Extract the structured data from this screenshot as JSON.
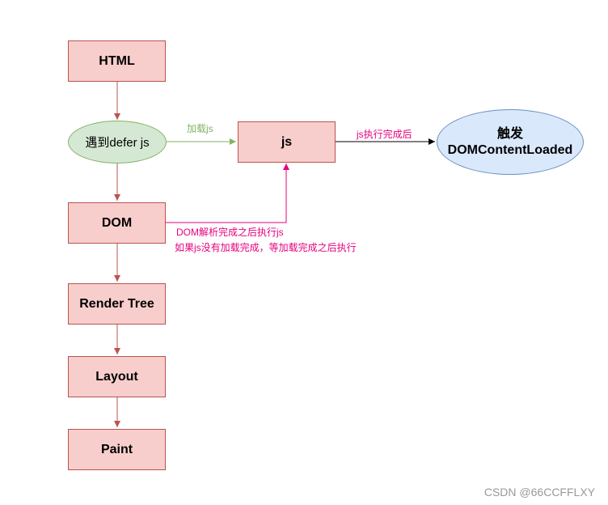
{
  "nodes": {
    "html": "HTML",
    "defer": "遇到defer js",
    "js": "js",
    "dom": "DOM",
    "render_tree": "Render Tree",
    "layout": "Layout",
    "paint": "Paint",
    "dcl_line1": "触发",
    "dcl_line2": "DOMContentLoaded"
  },
  "edge_labels": {
    "load_js": "加载js",
    "js_done": "js执行完成后",
    "dom_parsed": "DOM解析完成之后执行js",
    "wait_load": "如果js没有加载完成，等加载完成之后执行"
  },
  "watermark": "CSDN @66CCFFLXY",
  "colors": {
    "box_fill": "#f8cecc",
    "box_stroke": "#b85450",
    "green_fill": "#d5e8d4",
    "green_stroke": "#82b366",
    "blue_fill": "#dae8fc",
    "blue_stroke": "#6c8ebf",
    "pink": "#e6007e"
  }
}
